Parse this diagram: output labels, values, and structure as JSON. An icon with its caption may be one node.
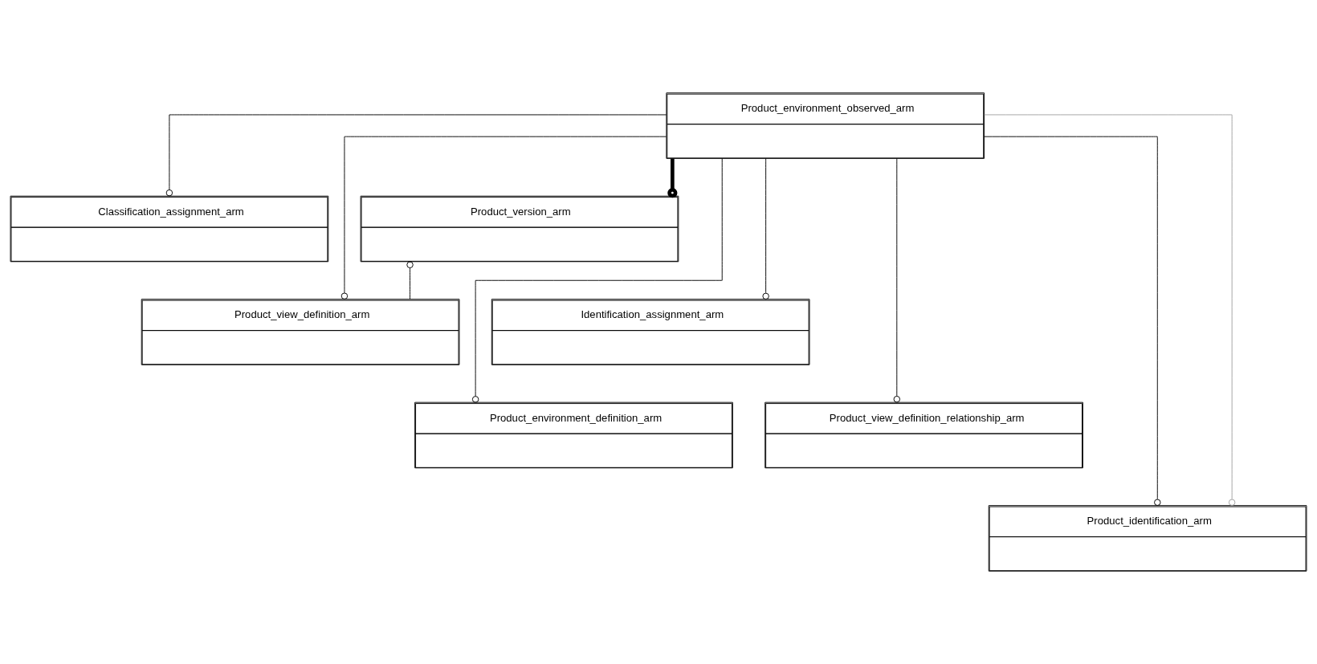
{
  "diagram": {
    "nodes": [
      {
        "text": [
          "Product_environment_observed_arm"
        ]
      },
      {
        "text": [
          "Classification_assignment_arm"
        ]
      },
      {
        "text": [
          "Product_version_arm"
        ]
      },
      {
        "text": [
          "Identification_assignment_arm"
        ]
      },
      {
        "text": [
          "Product_view_definition_arm"
        ]
      },
      {
        "text": [
          "Product_environment_definition_arm"
        ]
      },
      {
        "text": [
          "Product_view_definition_relationship_arm"
        ]
      },
      {
        "text": [
          "Product_identification_arm"
        ]
      }
    ],
    "edges": [
      {
        "from": 0,
        "to": 1,
        "arrow": "other"
      },
      {
        "from": 0,
        "to": 3,
        "arrow": "other"
      },
      {
        "from": 0,
        "to": 5,
        "arrow": "other"
      },
      {
        "from": 0,
        "to": 7,
        "arrow": "other",
        "color": "#a0a0a0"
      },
      {
        "from": 0,
        "to": 7,
        "arrow": "other"
      },
      {
        "from": 0,
        "to": 2,
        "arrow": "other",
        "style": "thick"
      },
      {
        "from": 0,
        "to": 4,
        "arrow": "other"
      },
      {
        "from": 0,
        "to": 6,
        "arrow": "other"
      },
      {
        "from": 4,
        "to": 2,
        "arrow": "other"
      }
    ]
  }
}
